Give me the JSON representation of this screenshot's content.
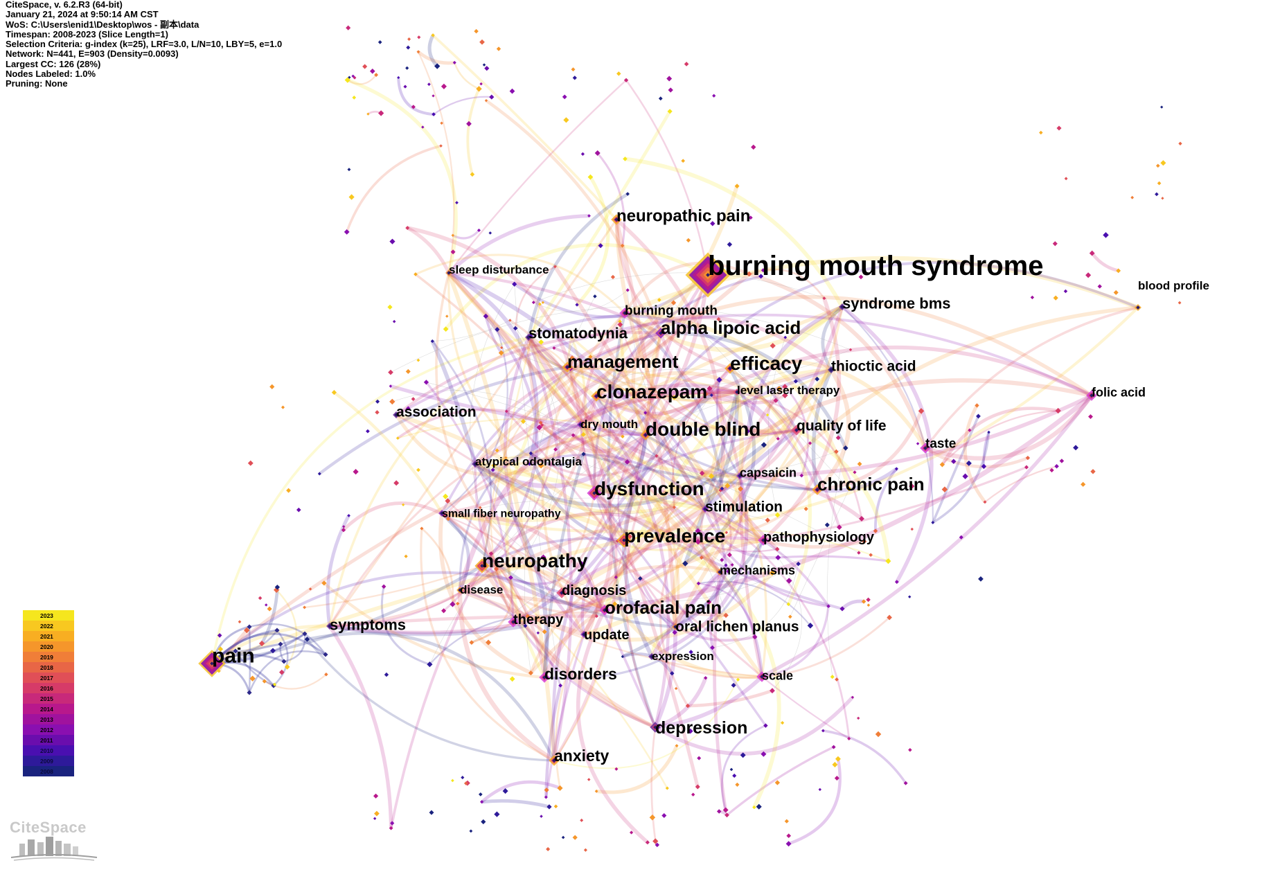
{
  "info": {
    "lines": [
      "CiteSpace, v. 6.2.R3 (64-bit)",
      "January 21, 2024 at 9:50:14 AM CST",
      "WoS: C:\\Users\\enid1\\Desktop\\wos - 副本\\data",
      "Timespan: 2008-2023 (Slice Length=1)",
      "Selection Criteria: g-index (k=25), LRF=3.0, L/N=10, LBY=5, e=1.0",
      "Network: N=441, E=903 (Density=0.0093)",
      "Largest CC: 126 (28%)",
      "Nodes Labeled: 1.0%",
      "Pruning: None"
    ]
  },
  "colors": {
    "year_scale": [
      "#1a237e",
      "#2e1a9a",
      "#4a0fb0",
      "#6a0dad",
      "#8a0fb0",
      "#a0129e",
      "#b8188c",
      "#c8297a",
      "#d63b68",
      "#e04f57",
      "#e86646",
      "#f07e38",
      "#f5962b",
      "#f8ae22",
      "#f8c820",
      "#f5e61e"
    ]
  },
  "legend": {
    "years": [
      "2023",
      "2022",
      "2021",
      "2020",
      "2019",
      "2018",
      "2017",
      "2016",
      "2015",
      "2014",
      "2013",
      "2012",
      "2011",
      "2010",
      "2009",
      "2008"
    ]
  },
  "logo": {
    "text": "CiteSpace"
  },
  "keywords": [
    {
      "label": "burning mouth syndrome",
      "color": "#f5c02a",
      "size": 7,
      "year": 2008
    },
    {
      "label": "neuropathic pain",
      "color": "#f5a623",
      "size": 2,
      "year": 2008
    },
    {
      "label": "sleep disturbance",
      "color": "#f08a3a",
      "size": 1,
      "year": 2019
    },
    {
      "label": "burning mouth",
      "color": "#d63bd6",
      "size": 2,
      "year": 2008
    },
    {
      "label": "syndrome bms",
      "color": "#6a2c9a",
      "size": 1,
      "year": 2012
    },
    {
      "label": "blood profile",
      "color": "#f5a623",
      "size": 1,
      "year": 2021
    },
    {
      "label": "stomatodynia",
      "color": "#6a2c9a",
      "size": 1,
      "year": 2009
    },
    {
      "label": "alpha lipoic acid",
      "color": "#8a2cc0",
      "size": 2,
      "year": 2008
    },
    {
      "label": "management",
      "color": "#f5a623",
      "size": 2,
      "year": 2010
    },
    {
      "label": "efficacy",
      "color": "#f5a623",
      "size": 2,
      "year": 2009
    },
    {
      "label": "thioctic acid",
      "color": "#4a2c9a",
      "size": 1,
      "year": 2008
    },
    {
      "label": "clonazepam",
      "color": "#f5a623",
      "size": 2,
      "year": 2009
    },
    {
      "label": "level laser therapy",
      "color": "#e0507a",
      "size": 1,
      "year": 2016
    },
    {
      "label": "folic acid",
      "color": "#d63bd6",
      "size": 2,
      "year": 2014
    },
    {
      "label": "association",
      "color": "#6a2c9a",
      "size": 1,
      "year": 2012
    },
    {
      "label": "dry mouth",
      "color": "#8a2cc0",
      "size": 1,
      "year": 2009
    },
    {
      "label": "double blind",
      "color": "#f5a623",
      "size": 2,
      "year": 2008
    },
    {
      "label": "quality of life",
      "color": "#e0507a",
      "size": 2,
      "year": 2015
    },
    {
      "label": "taste",
      "color": "#d63bd6",
      "size": 2,
      "year": 2010
    },
    {
      "label": "atypical odontalgia",
      "color": "#6a2c9a",
      "size": 1,
      "year": 2011
    },
    {
      "label": "capsaicin",
      "color": "#8a2cc0",
      "size": 1,
      "year": 2008
    },
    {
      "label": "dysfunction",
      "color": "#d63bd6",
      "size": 3,
      "year": 2010
    },
    {
      "label": "chronic pain",
      "color": "#f5a623",
      "size": 2,
      "year": 2012
    },
    {
      "label": "small fiber neuropathy",
      "color": "#8a2cc0",
      "size": 1,
      "year": 2011
    },
    {
      "label": "stimulation",
      "color": "#8a2cc0",
      "size": 1,
      "year": 2010
    },
    {
      "label": "prevalence",
      "color": "#f5a623",
      "size": 3,
      "year": 2008
    },
    {
      "label": "pathophysiology",
      "color": "#d63bd6",
      "size": 2,
      "year": 2012
    },
    {
      "label": "neuropathy",
      "color": "#f5a623",
      "size": 3,
      "year": 2008
    },
    {
      "label": "mechanisms",
      "color": "#f08a3a",
      "size": 1,
      "year": 2012
    },
    {
      "label": "disease",
      "color": "#f5a623",
      "size": 1,
      "year": 2014
    },
    {
      "label": "diagnosis",
      "color": "#e0507a",
      "size": 2,
      "year": 2012
    },
    {
      "label": "orofacial pain",
      "color": "#d63bd6",
      "size": 2,
      "year": 2011
    },
    {
      "label": "symptoms",
      "color": "#6a2c9a",
      "size": 1,
      "year": 2010
    },
    {
      "label": "therapy",
      "color": "#d63bd6",
      "size": 2,
      "year": 2011
    },
    {
      "label": "update",
      "color": "#8a2cc0",
      "size": 1,
      "year": 2012
    },
    {
      "label": "oral lichen planus",
      "color": "#f08a3a",
      "size": 1,
      "year": 2017
    },
    {
      "label": "pain",
      "color": "#f5c02a",
      "size": 5,
      "year": 2008
    },
    {
      "label": "expression",
      "color": "#6a2c9a",
      "size": 1,
      "year": 2013
    },
    {
      "label": "disorders",
      "color": "#d63bd6",
      "size": 2,
      "year": 2010
    },
    {
      "label": "scale",
      "color": "#d63bd6",
      "size": 2,
      "year": 2014
    },
    {
      "label": "depression",
      "color": "#6a2c9a",
      "size": 2,
      "year": 2011
    },
    {
      "label": "anxiety",
      "color": "#f5a623",
      "size": 2,
      "year": 2009
    }
  ]
}
